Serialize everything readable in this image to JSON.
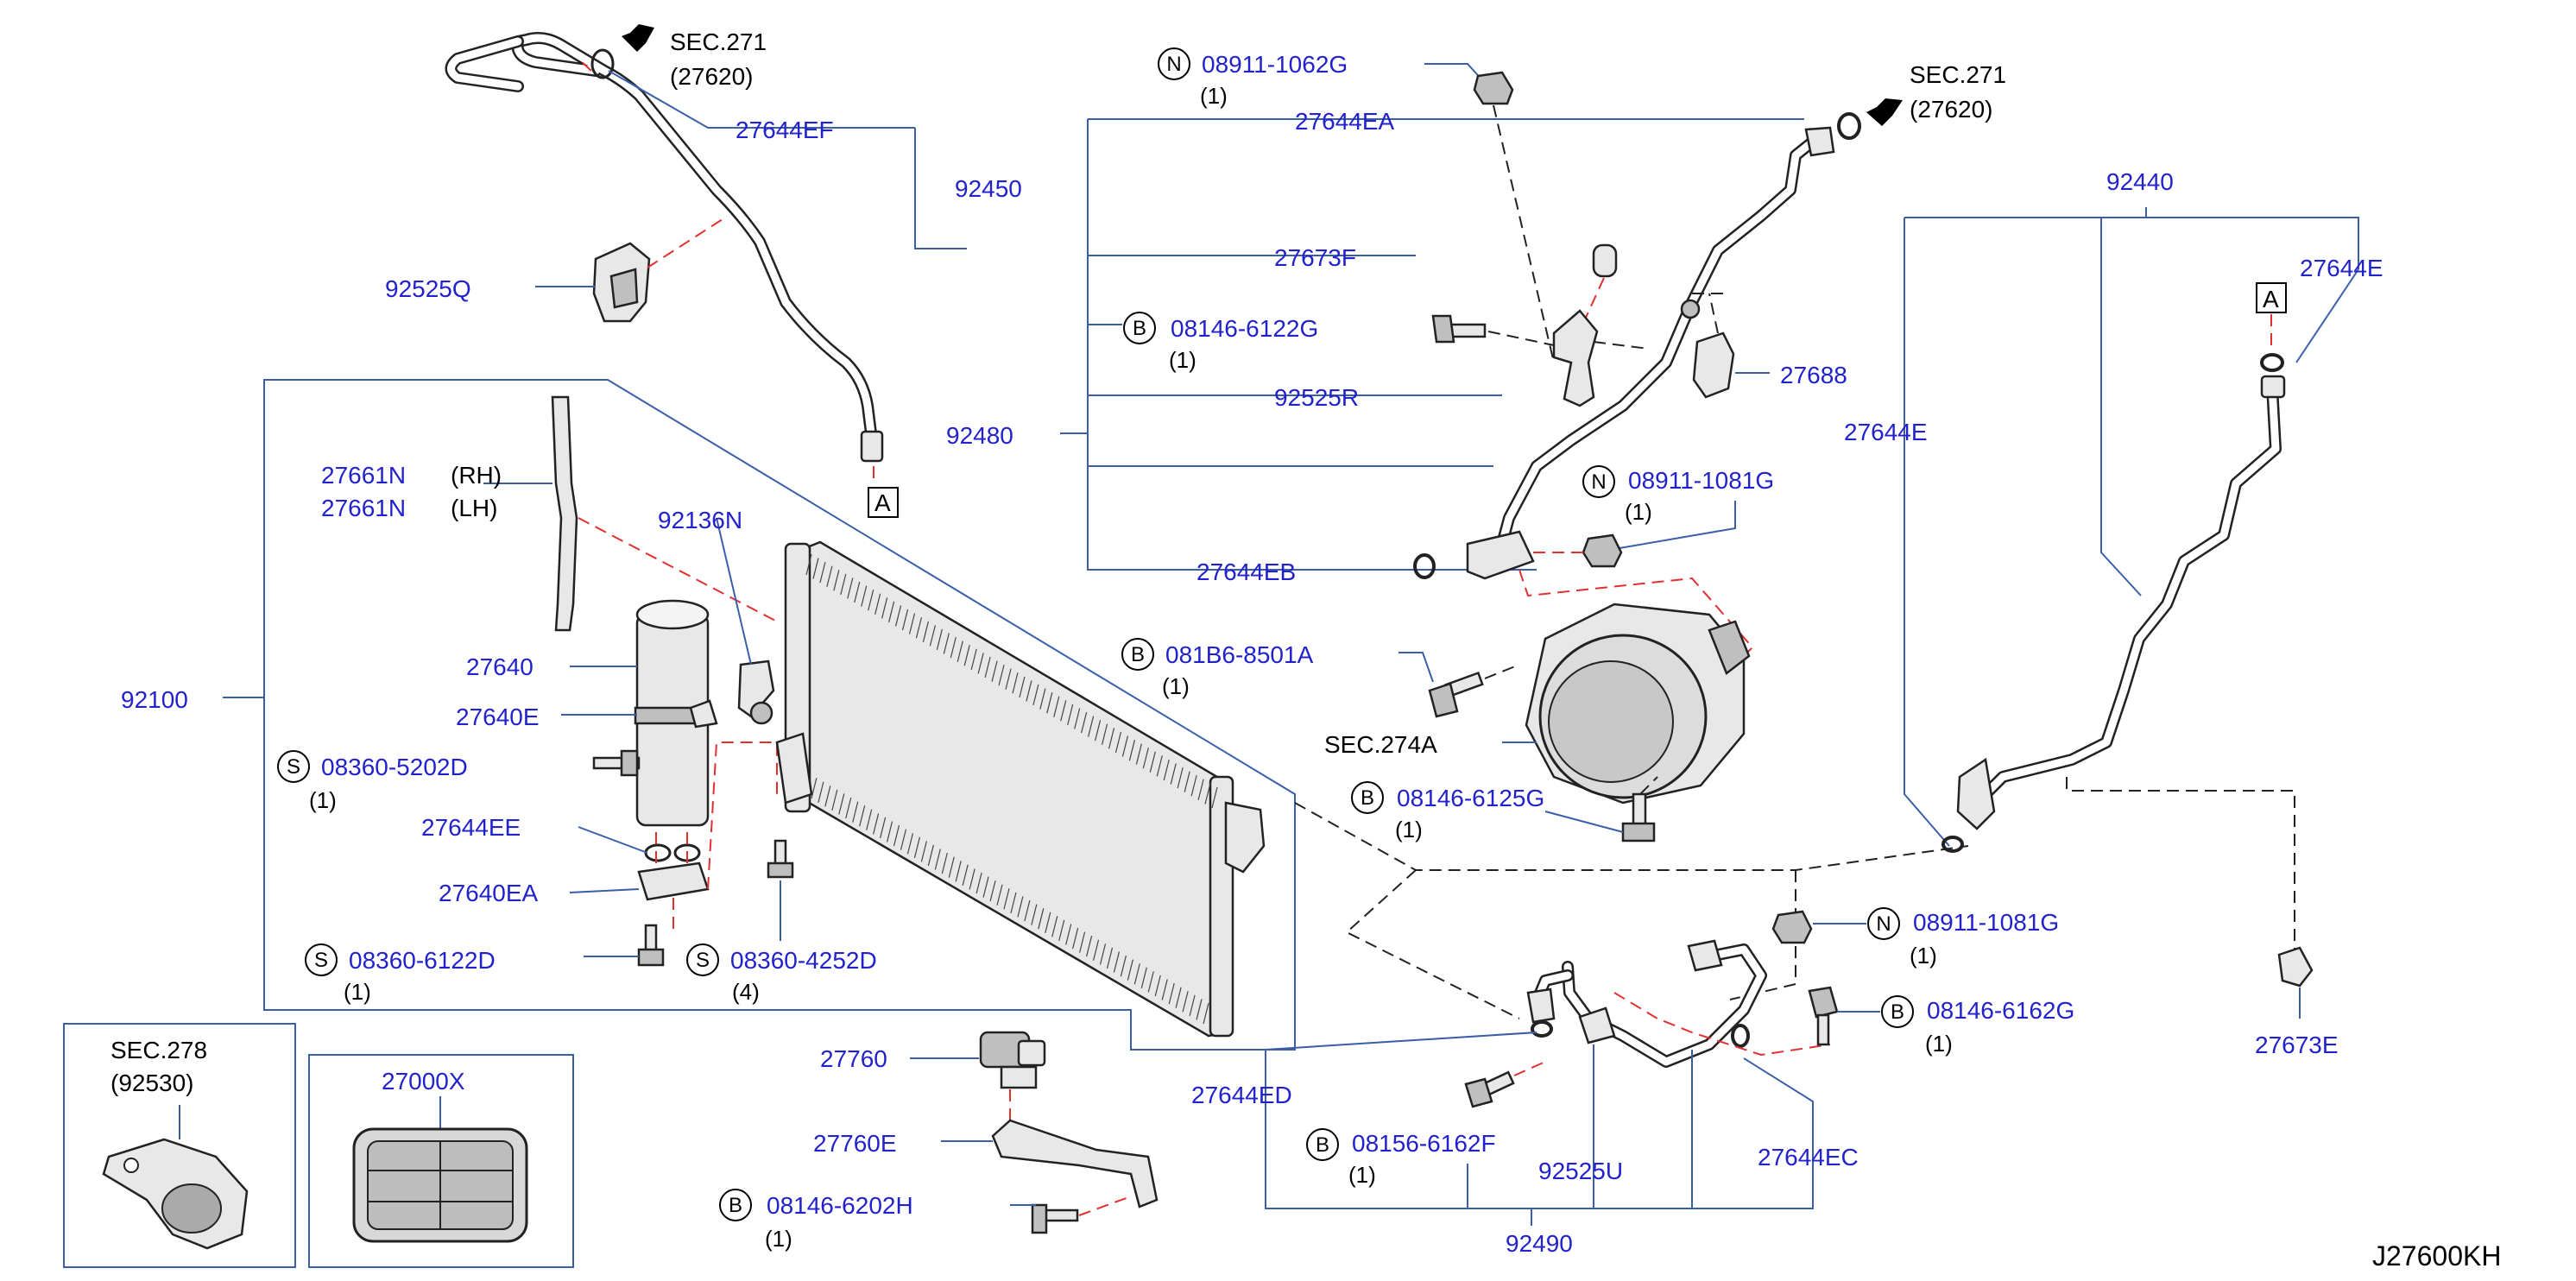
{
  "diagram_code": "J27600KH",
  "sec_refs": {
    "sec271_a": "SEC.271",
    "sec271_a_sub": "(27620)",
    "sec271_b": "SEC.271",
    "sec271_b_sub": "(27620)",
    "sec274a": "SEC.274A",
    "sec278": "SEC.278",
    "sec278_sub": "(92530)"
  },
  "markers": {
    "a1": "A",
    "a2": "A"
  },
  "parts": {
    "p27644EF": "27644EF",
    "p92450": "92450",
    "p92525Q": "92525Q",
    "p27661N_rh": "27661N",
    "rh": "(RH)",
    "p27661N_lh": "27661N",
    "lh": "(LH)",
    "p92136N": "92136N",
    "p27640": "27640",
    "p27640E": "27640E",
    "p08360_5202D": "08360-5202D",
    "q08360_5202D": "(1)",
    "p27644EE": "27644EE",
    "p27640EA": "27640EA",
    "p08360_6122D": "08360-6122D",
    "q08360_6122D": "(1)",
    "p08360_4252D": "08360-4252D",
    "q08360_4252D": "(4)",
    "p92100": "92100",
    "p08911_1062G": "08911-1062G",
    "q08911_1062G": "(1)",
    "p27644EA": "27644EA",
    "p27673F": "27673F",
    "p08146_6122G": "08146-6122G",
    "q08146_6122G": "(1)",
    "p92525R": "92525R",
    "p92480": "92480",
    "p27644EB": "27644EB",
    "p27688": "27688",
    "p08911_1081G_a": "08911-1081G",
    "q08911_1081G_a": "(1)",
    "p081B6_8501A": "081B6-8501A",
    "q081B6_8501A": "(1)",
    "p08146_6125G": "08146-6125G",
    "q08146_6125G": "(1)",
    "p92440": "92440",
    "p27644E_a": "27644E",
    "p27644E_b": "27644E",
    "p27673E": "27673E",
    "p08911_1081G_b": "08911-1081G",
    "q08911_1081G_b": "(1)",
    "p08146_6162G": "08146-6162G",
    "q08146_6162G": "(1)",
    "p27760": "27760",
    "p27760E": "27760E",
    "p08146_6202H": "08146-6202H",
    "q08146_6202H": "(1)",
    "p27644ED": "27644ED",
    "p08156_6162F": "08156-6162F",
    "q08156_6162F": "(1)",
    "p92525U": "92525U",
    "p27644EC": "27644EC",
    "p92490": "92490",
    "p27000X": "27000X"
  },
  "circle_letters": {
    "s": "S",
    "b": "B",
    "n": "N"
  }
}
